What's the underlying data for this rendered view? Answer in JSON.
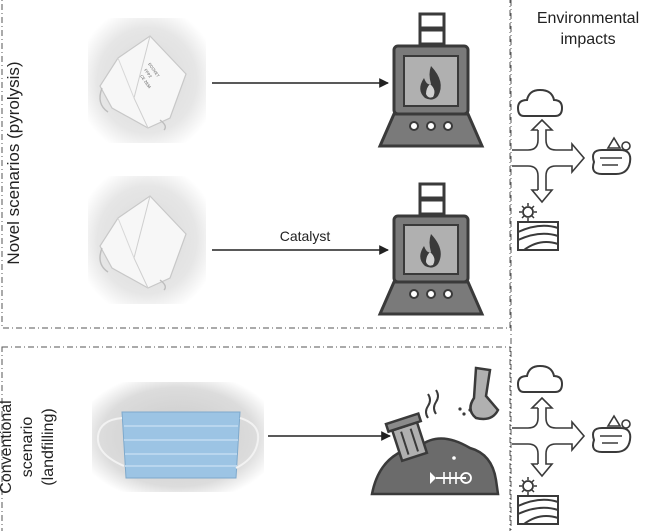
{
  "header": {
    "impacts_line1": "Environmental",
    "impacts_line2": "impacts"
  },
  "sections": {
    "novel": {
      "label": "Novel scenarios (pyrolysis)"
    },
    "conventional": {
      "label_line1": "Conventional",
      "label_line2": "scenario",
      "label_line3": "(landfilling)"
    }
  },
  "arrows": {
    "catalyst_label": "Catalyst"
  },
  "mask_print": {
    "line1": "ECOVET",
    "line2": "FFP2",
    "line3": "CE 2834"
  },
  "colors": {
    "dash_border": "#555555",
    "icon_dark": "#3a3a3a",
    "icon_mid": "#6b6b6b",
    "icon_light": "#a8a8a8",
    "mask_blue": "#9cc4e4"
  }
}
